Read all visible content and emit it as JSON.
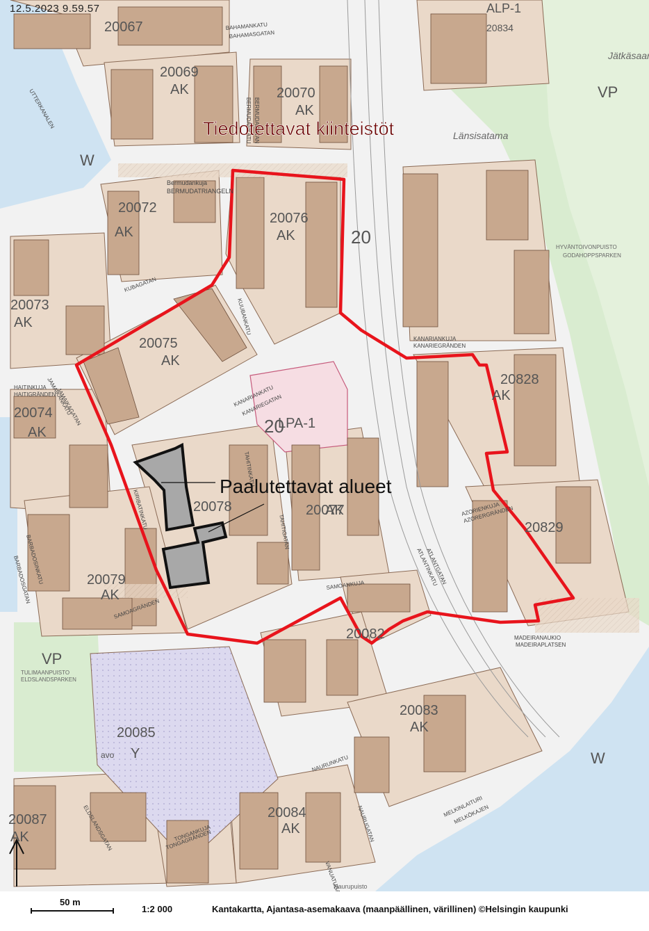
{
  "timestamp": "12.5.2023 9.59.57",
  "annotations": {
    "notify_title": "Tiedotettavat kiinteistöt",
    "piling_label": "Paalutettavat alueet"
  },
  "footer": {
    "scale_label": "50 m",
    "ratio": "1:2 000",
    "credit": "Kantakartta, Ajantasa-asemakaava (maanpäällinen, värillinen) ©Helsingin kaupunki"
  },
  "blocks": [
    {
      "id": "20067",
      "code": "20067"
    },
    {
      "id": "20069",
      "code": "20069",
      "use": "AK"
    },
    {
      "id": "20070",
      "code": "20070",
      "use": "AK"
    },
    {
      "id": "20072",
      "code": "20072",
      "use": "AK"
    },
    {
      "id": "20073",
      "code": "20073",
      "use": "AK"
    },
    {
      "id": "20074",
      "code": "20074",
      "use": "AK"
    },
    {
      "id": "20075",
      "code": "20075",
      "use": "AK"
    },
    {
      "id": "20076",
      "code": "20076",
      "use": "AK"
    },
    {
      "id": "20077",
      "code": "20077",
      "use": "AK"
    },
    {
      "id": "20078",
      "code": "20078"
    },
    {
      "id": "20079",
      "code": "20079",
      "use": "AK"
    },
    {
      "id": "20082",
      "code": "20082"
    },
    {
      "id": "20083",
      "code": "20083",
      "use": "AK"
    },
    {
      "id": "20084",
      "code": "20084",
      "use": "AK"
    },
    {
      "id": "20085",
      "code": "20085",
      "use": "Y"
    },
    {
      "id": "20087",
      "code": "20087",
      "use": "AK"
    },
    {
      "id": "20828",
      "code": "20828",
      "use": "AK"
    },
    {
      "id": "20829",
      "code": "20829"
    },
    {
      "id": "20834",
      "code": "20834"
    }
  ],
  "zones": {
    "lpa": "LPA-1",
    "alp": "ALP-1",
    "vp_east": "VP",
    "vp_west": "VP",
    "w_west": "W",
    "w_south": "W",
    "num_20_a": "20",
    "num_20_b": "20",
    "avo": "avo"
  },
  "streets": [
    "BAHAMANKATU",
    "BAHAMASGATAN",
    "BERMUDANKATU",
    "BERMUDAGATAN",
    "Bermudankuja",
    "BERMUDATRIANGELN",
    "KUUBANKATU",
    "KUBAGATAN",
    "KANARIANKATU",
    "KANARIEGATAN",
    "JAMAIKANKATU",
    "JAMAIKAGATAN",
    "HAITINKUJA",
    "HAITIGRÄNDEN",
    "TAHITINKATU",
    "TAHITIGATAN",
    "KIRIBATINKATU",
    "SAMOANKUJA",
    "SAMOAGRÄNDEN",
    "ATLANTINKATU",
    "ATLANTGATAN",
    "AZORIENKUJA",
    "AZORERGRÄNDEN",
    "KANARIANKUJA",
    "KANARIEGRÄNDEN",
    "MADEIRANAUKIO",
    "MADEIRAPLATSEN",
    "BARBADOSINKATU",
    "BARBADOSGATAN",
    "NAURUNKATU",
    "NAURUGATAN",
    "TONGANKUJA",
    "TONGAGRÄNDEN",
    "MELKINLAITURI",
    "MELKÖKAJEN",
    "ELDSLANDSGATAN",
    "UTTERKANALEN",
    "VANUATUGATAN"
  ],
  "places": {
    "lansisatama": "Länsisatama",
    "hyvantoivonpuisto": "HYVÄNTOIVONPUISTO",
    "godahoppsparken": "GODAHOPPSPARKEN",
    "tulimaanpuisto": "TULIMAANPUISTO",
    "eldslandsparken": "ELDSLANDSPARKEN",
    "jatkasaari": "Jätkäsaari",
    "naurupuisto": "Naurupuisto"
  },
  "colors": {
    "building": "#c8a88e",
    "block": "#ead9c9",
    "street": "#f2f2f2",
    "park": "#d9ecd0",
    "water": "#cfe3f2",
    "lpa": "#f6dde3",
    "y_zone": "#dcd9ef",
    "boundary_red": "#e8141c",
    "piling_fill": "#a8a8a8"
  },
  "icons": {
    "north_arrow": "north-arrow-icon"
  }
}
